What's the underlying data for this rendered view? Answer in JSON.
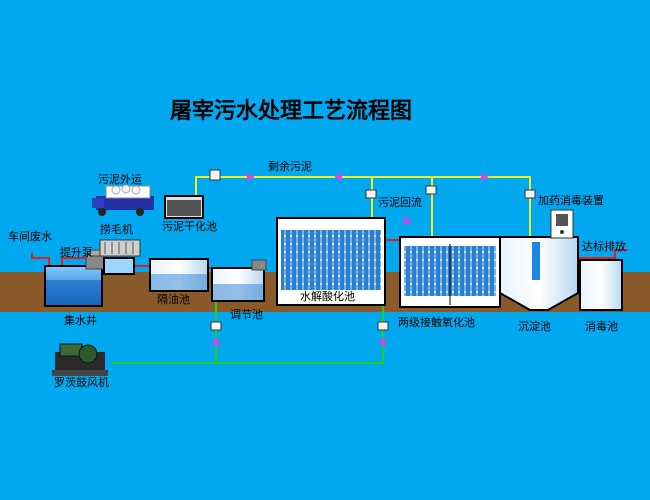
{
  "title": "屠宰污水处理工艺流程图",
  "labels": {
    "workshop_wastewater": "车间废水",
    "lift_pump": "提升泵",
    "collection_well": "集水井",
    "screen_machine": "捞毛机",
    "sludge_out": "污泥外运",
    "sludge_drying": "污泥干化池",
    "oil_separation": "隔油池",
    "regulating_tank": "调节池",
    "hydrolysis_tank": "水解酸化池",
    "excess_sludge": "剩余污泥",
    "sludge_return": "污泥回流",
    "dosing_device": "加药消毒装置",
    "two_stage_contact_oxidation": "两级接触氧化池",
    "settling_tank": "沉淀池",
    "disinfection_tank": "消毒池",
    "discharge": "达标排放",
    "roots_blower": "罗茨鼓风机"
  },
  "colors": {
    "background": "#00a8f0",
    "ground": "#8b5a2b",
    "water": "#1e88e5",
    "sludge_pipe": "#f0f020",
    "air_pipe": "#20d020",
    "flow_pipe": "#e02020",
    "flow_arrow": "#e040e0"
  }
}
